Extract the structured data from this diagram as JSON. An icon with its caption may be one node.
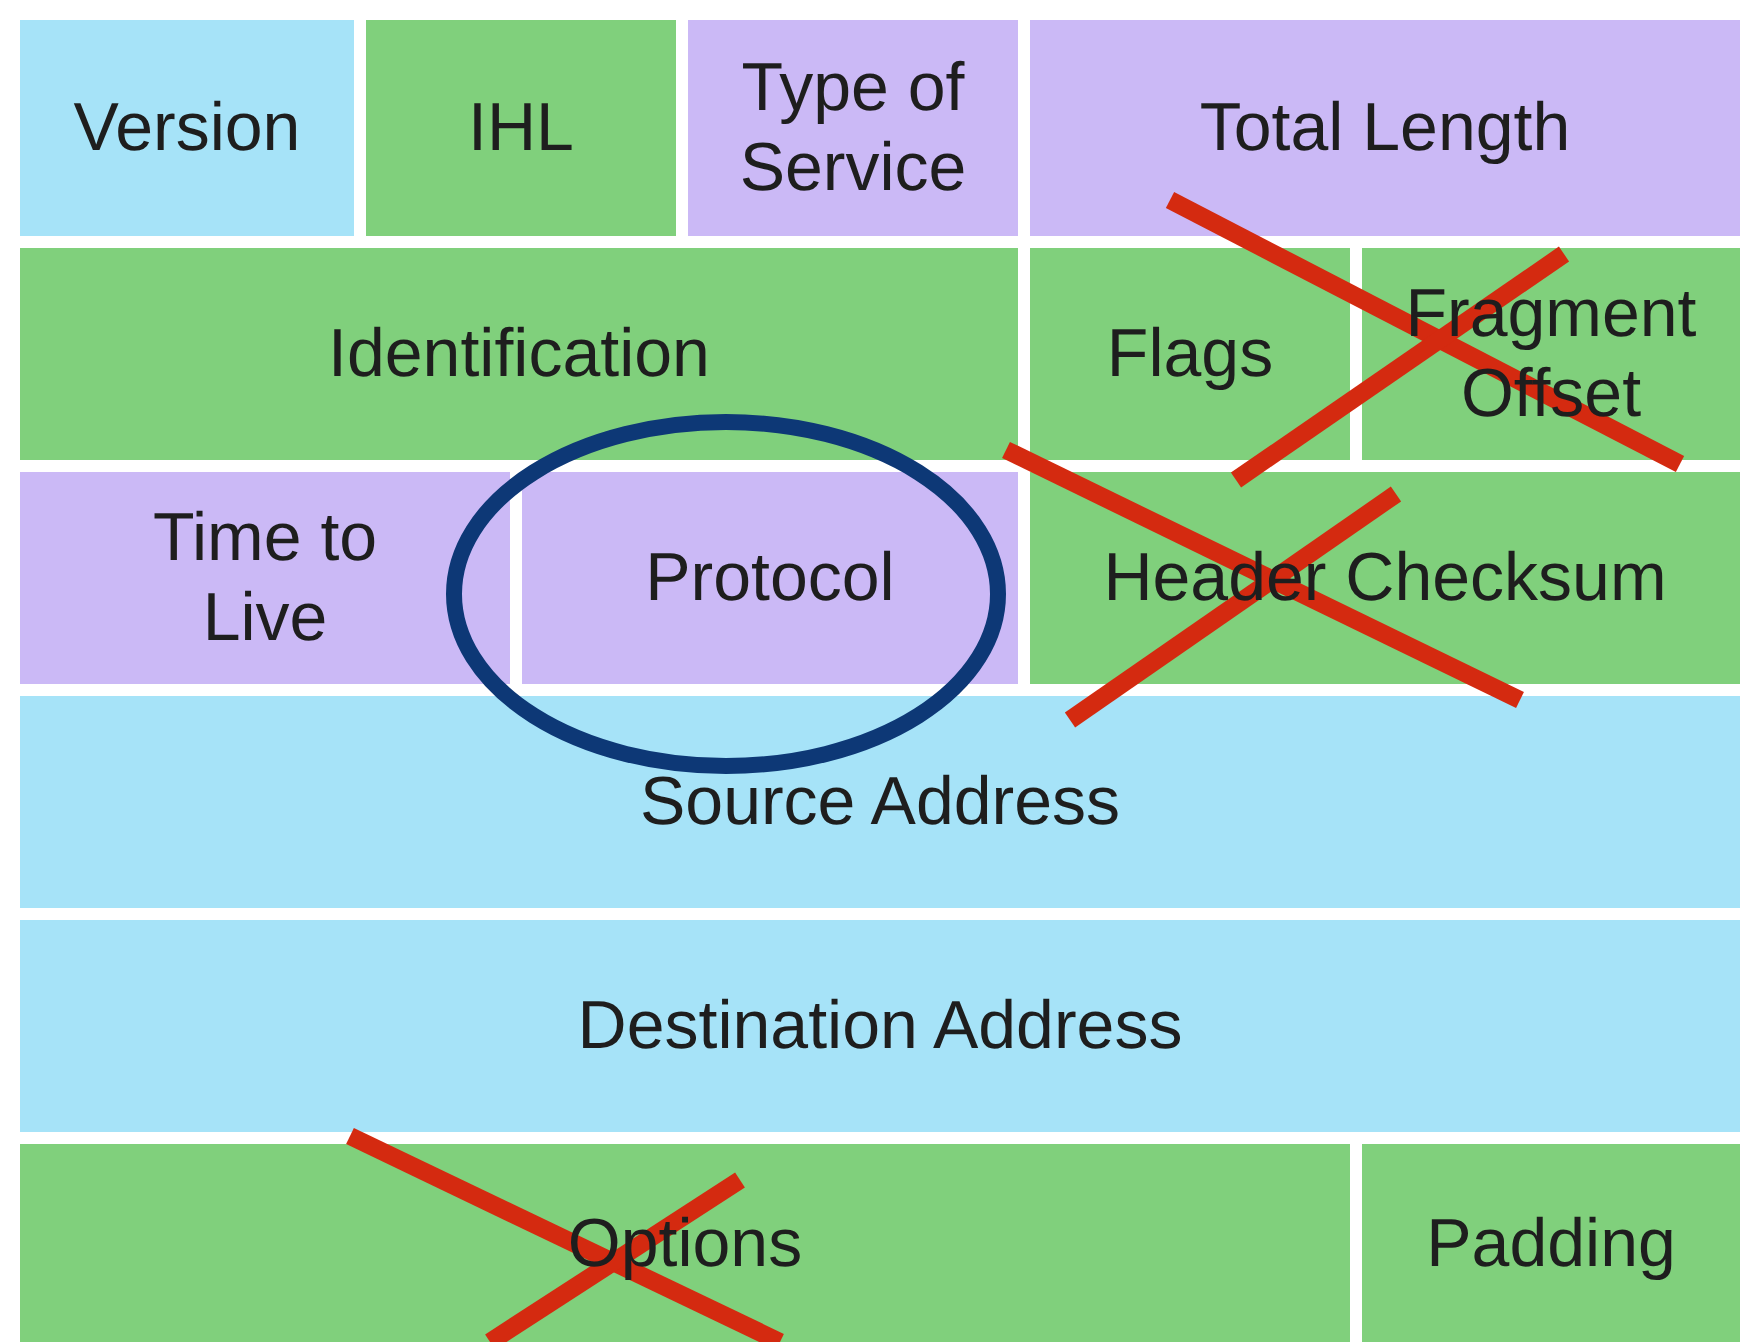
{
  "diagram": {
    "nodes": [
      {
        "text": [
          "Version"
        ]
      },
      {
        "text": [
          "IHL"
        ]
      },
      {
        "text": [
          "Type of Service"
        ]
      },
      {
        "text": [
          "Total Length"
        ]
      },
      {
        "text": [
          "Identification"
        ]
      },
      {
        "text": [
          "Flags"
        ]
      },
      {
        "text": [
          "Fragment Offset"
        ]
      },
      {
        "text": [
          "Time to Live"
        ]
      },
      {
        "text": [
          "Protocol"
        ]
      },
      {
        "text": [
          "Header Checksum"
        ]
      },
      {
        "text": [
          "Source Address"
        ]
      },
      {
        "text": [
          "Destination Address"
        ]
      },
      {
        "text": [
          "Options"
        ]
      },
      {
        "text": [
          "Padding"
        ]
      }
    ]
  }
}
